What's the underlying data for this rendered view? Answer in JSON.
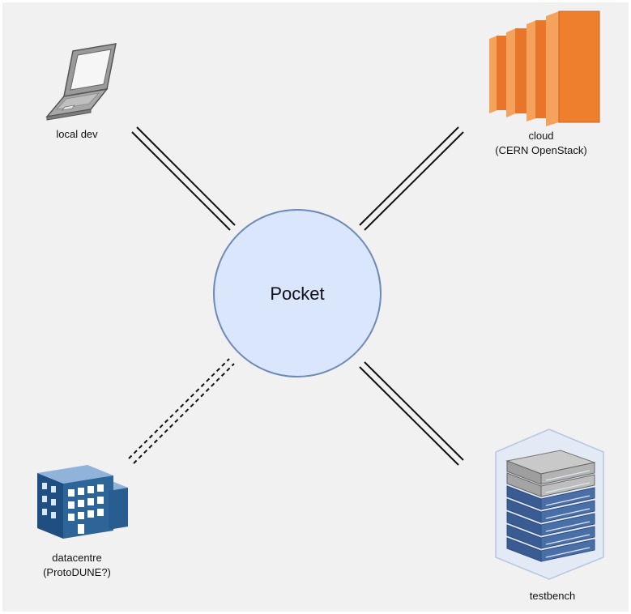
{
  "diagram": {
    "center": {
      "label": "Pocket"
    },
    "nodes": {
      "local_dev": {
        "label_lines": [
          "local dev"
        ],
        "icon": "laptop-icon"
      },
      "cloud": {
        "label_lines": [
          "cloud",
          "(CERN OpenStack)"
        ],
        "icon": "cloud-server-icon"
      },
      "datacentre": {
        "label_lines": [
          "datacentre",
          "(ProtoDUNE?)"
        ],
        "icon": "building-icon"
      },
      "testbench": {
        "label_lines": [
          "testbench"
        ],
        "icon": "server-rack-icon"
      }
    },
    "connections": [
      {
        "from": "Pocket",
        "to": "local dev",
        "style": "double-solid"
      },
      {
        "from": "Pocket",
        "to": "cloud",
        "style": "double-solid"
      },
      {
        "from": "Pocket",
        "to": "datacentre",
        "style": "double-dashed"
      },
      {
        "from": "Pocket",
        "to": "testbench",
        "style": "double-solid"
      }
    ],
    "colors": {
      "panel": "#f1f1f1",
      "center_fill": "#d9e6fb",
      "center_stroke": "#6e8ab8",
      "connector": "#111111",
      "cloud_orange": "#ee7f2d",
      "building_blue": "#2e6598",
      "rack_blue": "#4a6fa8"
    }
  }
}
